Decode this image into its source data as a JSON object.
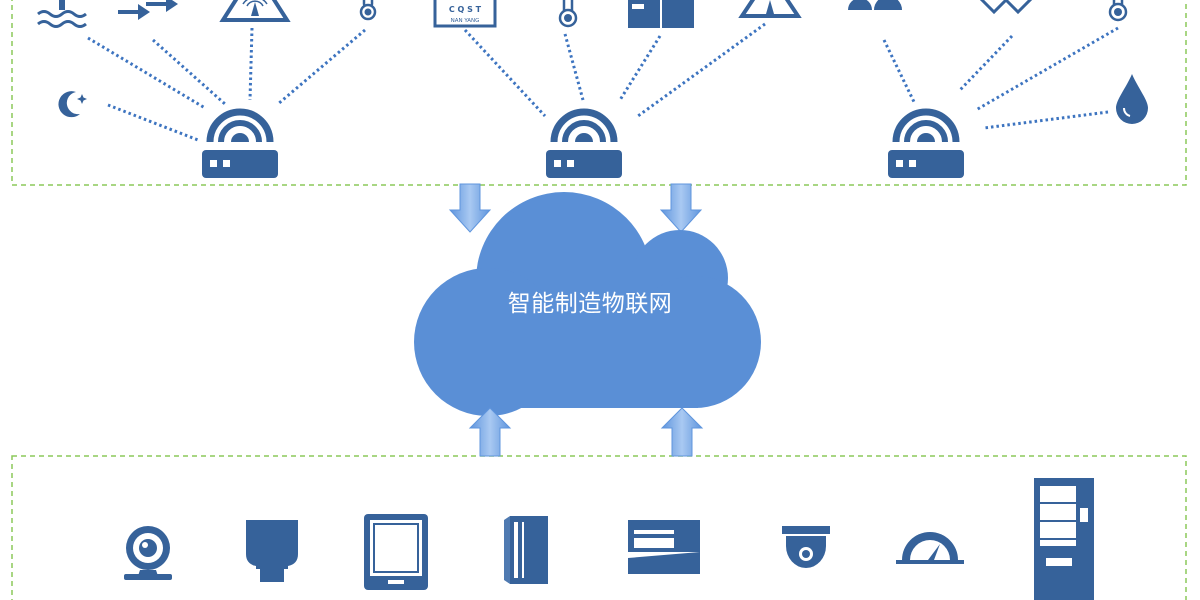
{
  "cloud": {
    "label": "智能制造物联网"
  },
  "top_panel": {
    "gateway_left": {
      "sensors": [
        "water-level-sensor",
        "flow-sensor",
        "signal-tower",
        "thermometer",
        "night-moon-sensor"
      ]
    },
    "gateway_center": {
      "sensors": [
        "meter-display",
        "thermometer",
        "cabinet-equipment",
        "signal-tower"
      ]
    },
    "gateway_right": {
      "sensors": [
        "personnel-sensor",
        "link-sensor",
        "thermometer",
        "water-drop-sensor"
      ]
    },
    "meter_display": {
      "line1": "C Q S T",
      "line2": "NAN   YANG"
    }
  },
  "bottom_panel": {
    "devices": [
      "webcam-icon",
      "card-reader-icon",
      "tablet-icon",
      "server-icon",
      "payment-terminal-icon",
      "dome-camera-icon",
      "gauge-icon",
      "vending-machine-icon"
    ]
  },
  "colors": {
    "icon": "#36629a",
    "cloud": "#5a8fd6",
    "arrow": "#7aaae6",
    "dotted_link": "#3d74c0",
    "panel_border": "#8cc85a"
  }
}
